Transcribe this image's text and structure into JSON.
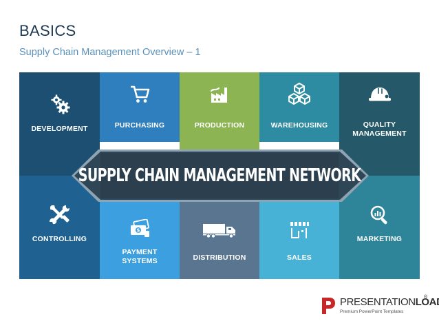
{
  "header": {
    "title": "BASICS",
    "subtitle": "Supply Chain Management Overview – 1"
  },
  "network": {
    "label": "SUPPLY CHAIN MANAGEMENT NETWORK"
  },
  "tiles": {
    "development": {
      "label": "DEVELOPMENT",
      "icon": "gears-icon",
      "color": "#1d4f72"
    },
    "purchasing": {
      "label": "PURCHASING",
      "icon": "shopping-cart-icon",
      "color": "#2f7fbf"
    },
    "production": {
      "label": "PRODUCTION",
      "icon": "factory-icon",
      "color": "#8db452"
    },
    "warehousing": {
      "label": "WAREHOUSING",
      "icon": "boxes-icon",
      "color": "#2d8ca2"
    },
    "quality": {
      "label_line1": "QUALITY",
      "label_line2": "MANAGEMENT",
      "icon": "hard-hat-icon",
      "color": "#25596a"
    },
    "controlling": {
      "label": "CONTROLLING",
      "icon": "wrench-screwdriver-icon",
      "color": "#1f6190"
    },
    "payment": {
      "label_line1": "PAYMENT",
      "label_line2": "SYSTEMS",
      "icon": "money-icon",
      "color": "#3b9fe0"
    },
    "distribution": {
      "label": "DISTRIBUTION",
      "icon": "truck-icon",
      "color": "#5a7590"
    },
    "sales": {
      "label": "SALES",
      "icon": "storefront-icon",
      "color": "#48b2d6"
    },
    "marketing": {
      "label": "MARKETING",
      "icon": "magnifier-chart-icon",
      "color": "#2e8499"
    }
  },
  "logo": {
    "brand_light": "PRESENTATION",
    "brand_bold": "LOAD",
    "registered": "®",
    "tagline": "Premium PowerPoint Templates",
    "color": "#c62828"
  }
}
